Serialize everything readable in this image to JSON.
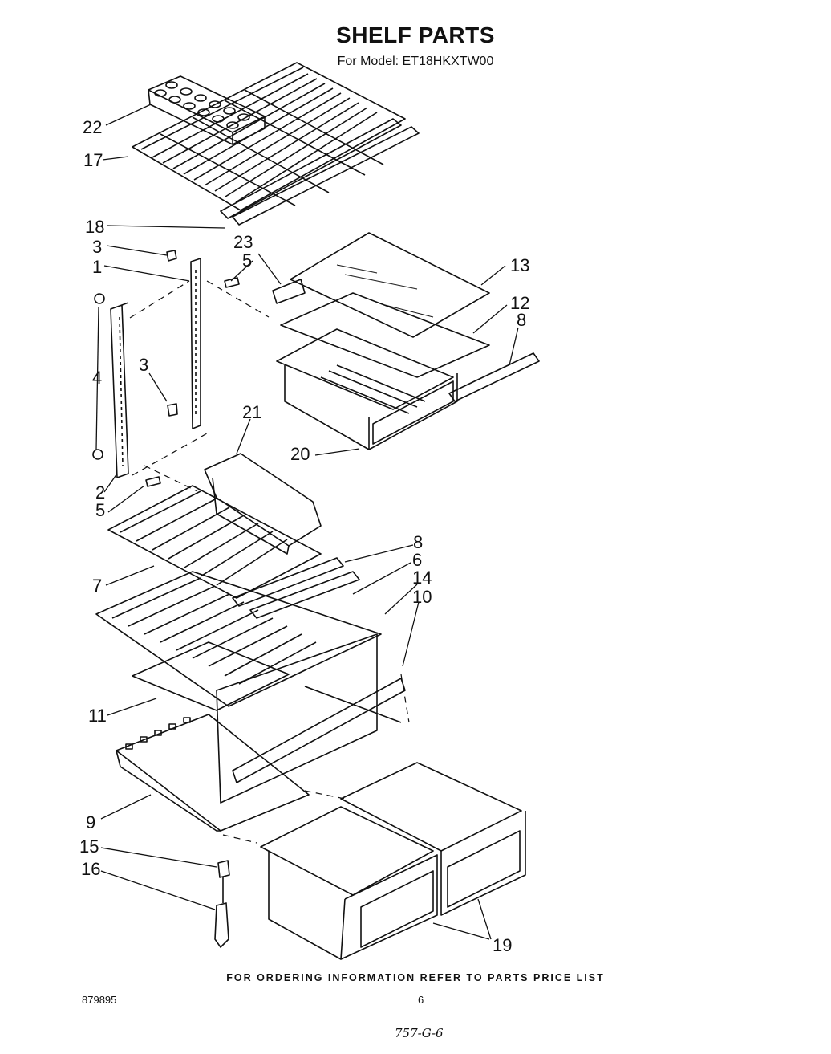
{
  "header": {
    "title": "SHELF PARTS",
    "subtitle": "For Model: ET18HKXTW00"
  },
  "callouts": [
    "22",
    "17",
    "18",
    "3",
    "23",
    "1",
    "5",
    "13",
    "12",
    "8",
    "4",
    "3",
    "21",
    "20",
    "2",
    "5",
    "8",
    "6",
    "14",
    "7",
    "10",
    "11",
    "9",
    "15",
    "16",
    "19"
  ],
  "footer": {
    "note": "FOR ORDERING INFORMATION REFER TO PARTS PRICE LIST",
    "doc_number": "879895",
    "page_number": "6",
    "handwritten": "757-G-6"
  }
}
